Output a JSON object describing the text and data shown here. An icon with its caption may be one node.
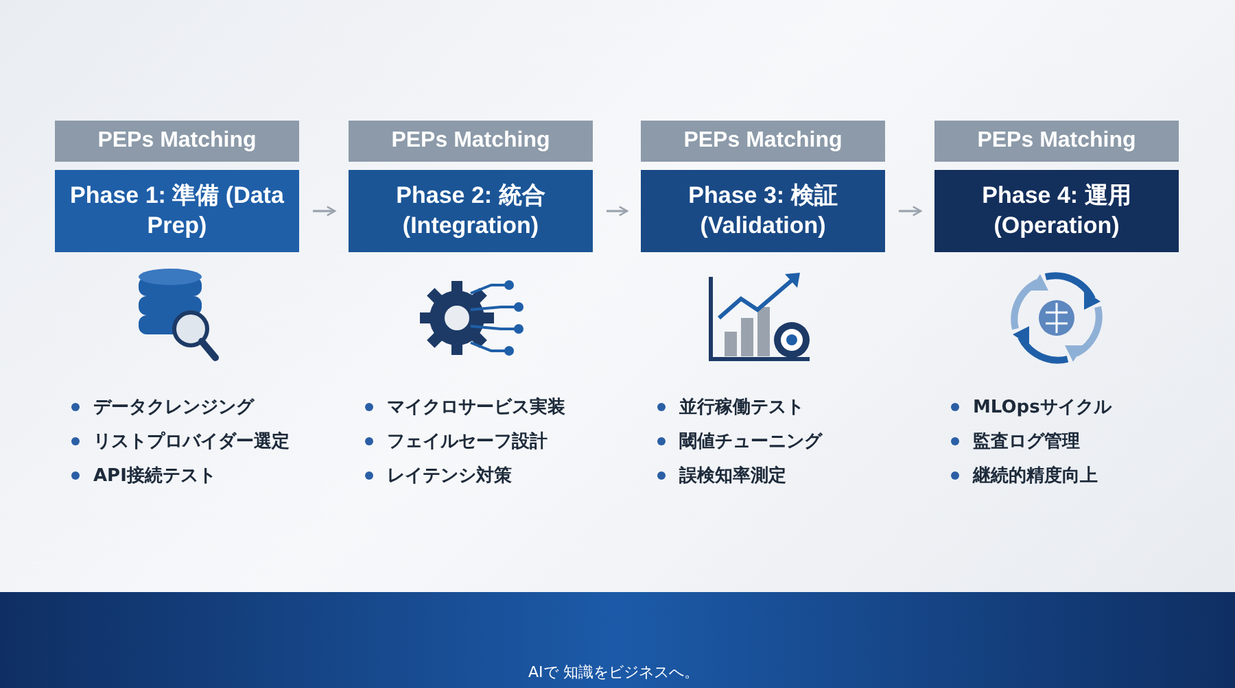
{
  "diagram": {
    "nodes": [
      {
        "text": [
          "PEPs Matching"
        ]
      },
      {
        "text": [
          "Phase 1: 準備 (Data Prep)"
        ]
      },
      {
        "text": [
          "PEPs Matching"
        ]
      },
      {
        "text": [
          "Phase 2: 統合 (Integration)"
        ]
      },
      {
        "text": [
          "PEPs Matching"
        ]
      },
      {
        "text": [
          "Phase 3: 検証 (Validation)"
        ]
      },
      {
        "text": [
          "PEPs Matching"
        ]
      },
      {
        "text": [
          "Phase 4: 運用 (Operation)"
        ]
      }
    ],
    "edges": [
      {
        "from": 1,
        "to": 3,
        "arrow": "to"
      },
      {
        "from": 3,
        "to": 5,
        "arrow": "to"
      },
      {
        "from": 5,
        "to": 7,
        "arrow": "to"
      }
    ],
    "labels": [
      "データクレンジング",
      "リストプロバイダー選定",
      "API接続テスト",
      "マイクロサービス実装",
      "フェイルセーフ設計",
      "レイテンシ対策",
      "並行稼働テスト",
      "閾値チューニング",
      "誤検知率測定",
      "MLOpsサイクル",
      "監査ログ管理",
      "継続的精度向上",
      "AIで 知識をビジネスへ。"
    ]
  }
}
